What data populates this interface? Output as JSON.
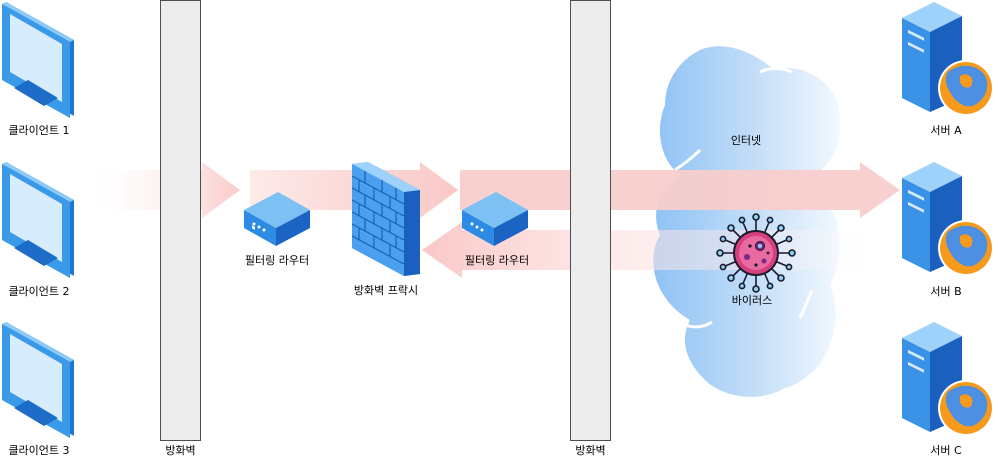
{
  "clients": [
    {
      "label": "클라이언트 1"
    },
    {
      "label": "클라이언트 2"
    },
    {
      "label": "클라이언트 3"
    }
  ],
  "walls": [
    {
      "label": "방화벽"
    },
    {
      "label": "방화벽"
    }
  ],
  "routers": [
    {
      "label": "필터링 라우터"
    },
    {
      "label": "필터링 라우터"
    }
  ],
  "proxy": {
    "label": "방화벽 프락시"
  },
  "internet": {
    "label": "인터넷"
  },
  "virus": {
    "label": "바이러스"
  },
  "servers": [
    {
      "label": "서버 A"
    },
    {
      "label": "서버 B"
    },
    {
      "label": "서버 C"
    }
  ],
  "colors": {
    "arrow": "#f8cecc",
    "cloud": "#b5d5f5",
    "wall_fill": "#ececec",
    "virus": "#d6407d"
  },
  "icons": [
    "monitor-icon",
    "router-icon",
    "firewall-brick-icon",
    "cloud-icon",
    "virus-icon",
    "server-globe-icon"
  ]
}
